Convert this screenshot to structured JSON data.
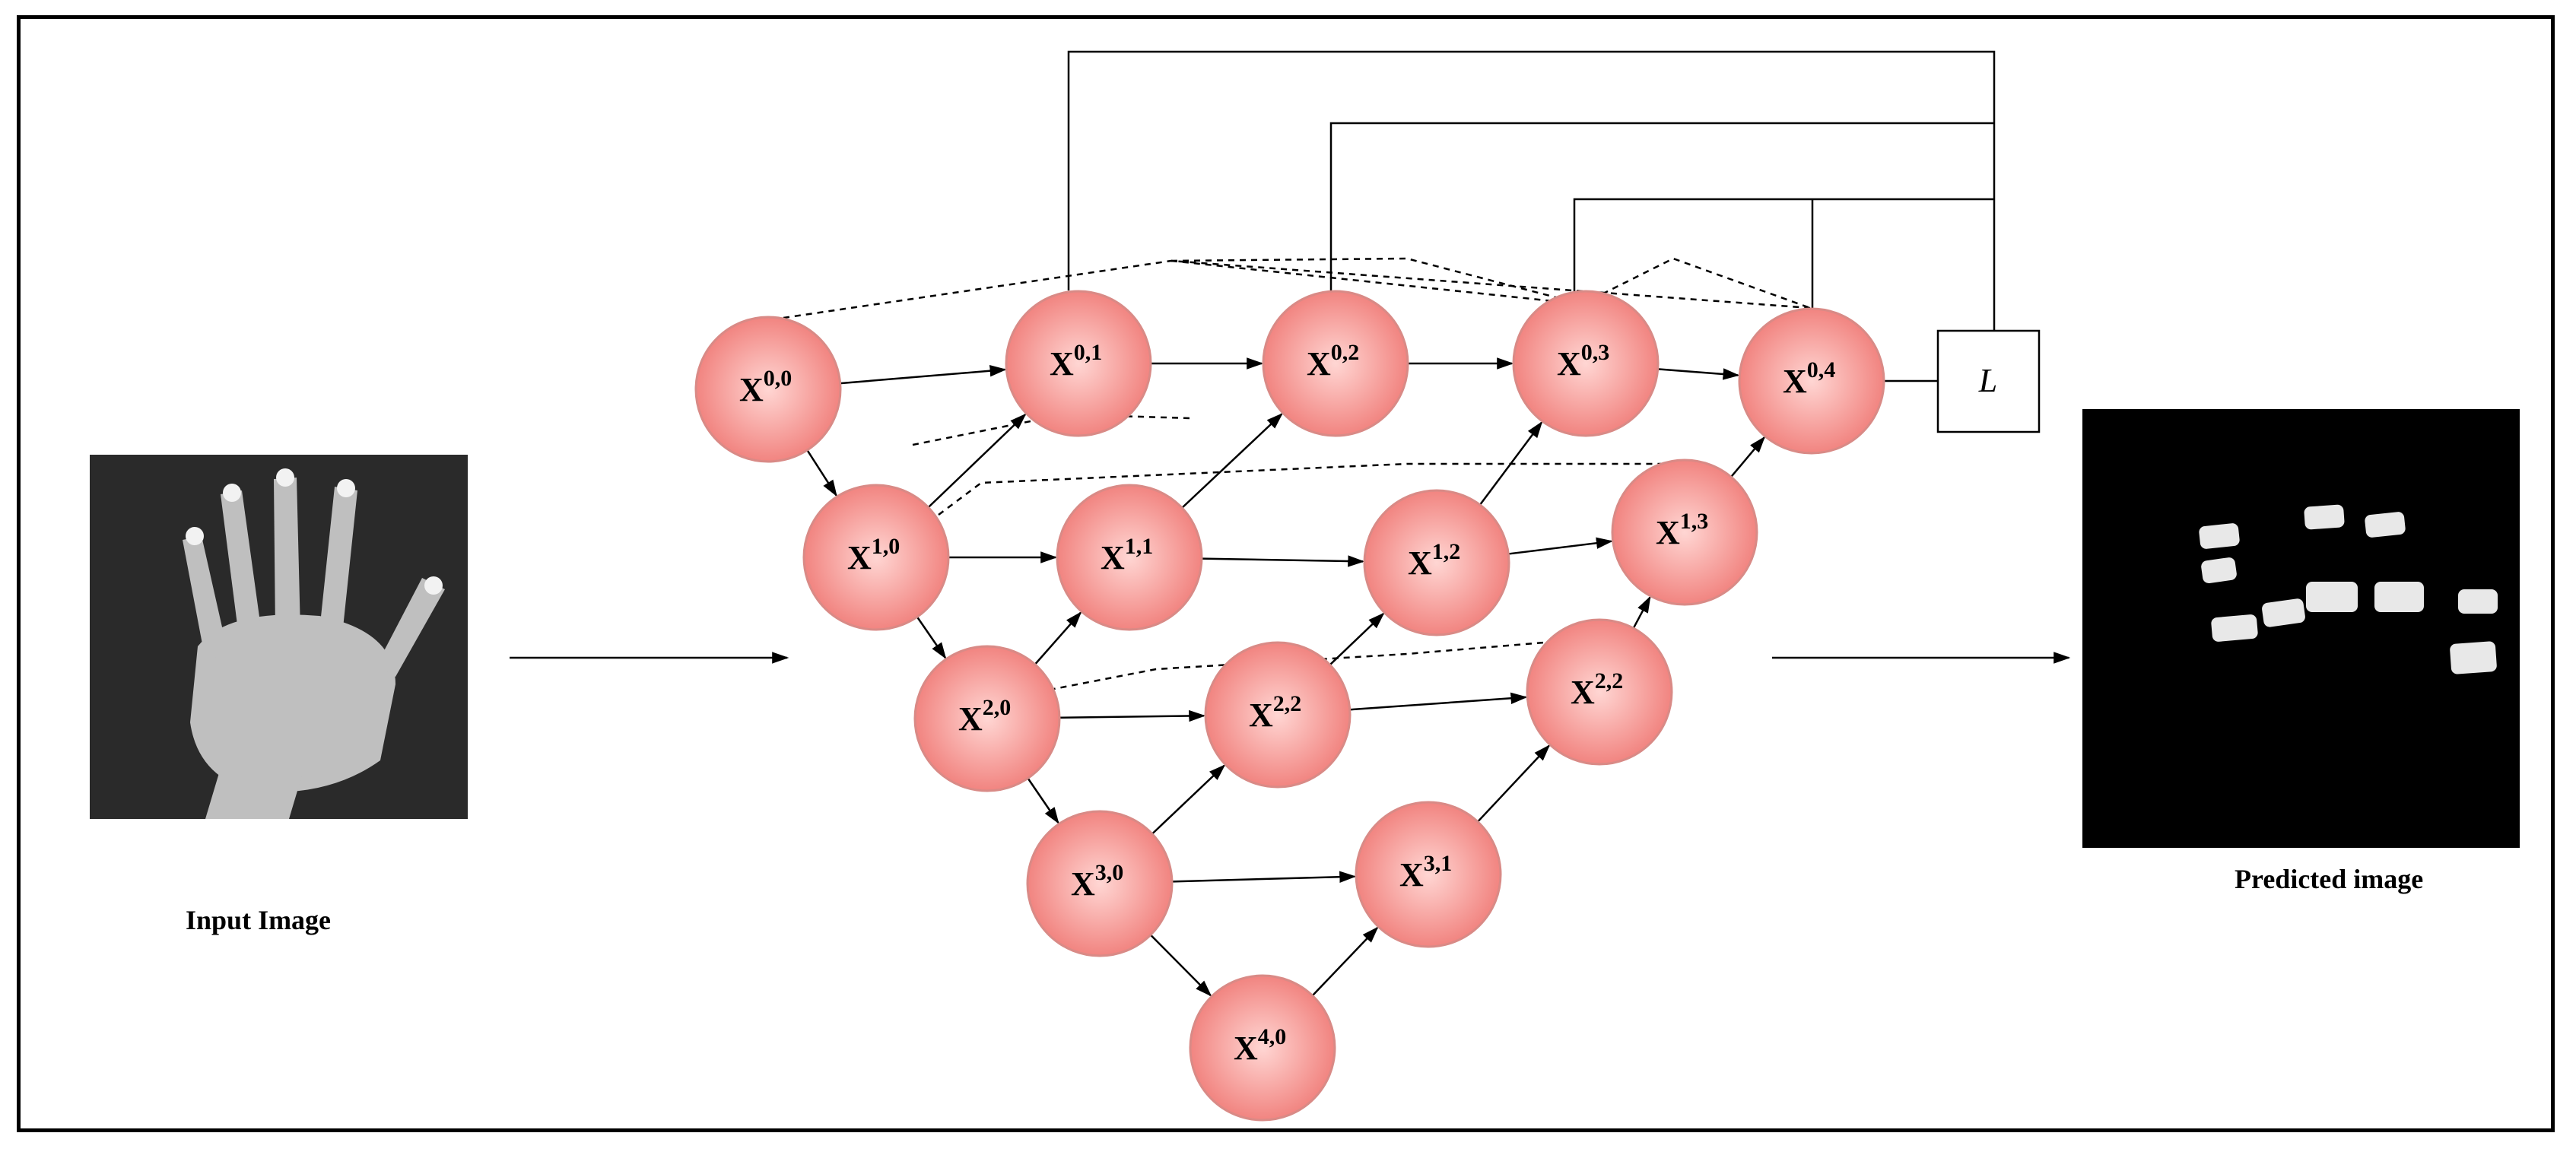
{
  "captions": {
    "input": "Input Image",
    "output": "Predicted image"
  },
  "loss_label": "L",
  "nodes": [
    {
      "id": "n00",
      "base": "X",
      "sup": "0,0"
    },
    {
      "id": "n01",
      "base": "X",
      "sup": "0,1"
    },
    {
      "id": "n02",
      "base": "X",
      "sup": "0,2"
    },
    {
      "id": "n03",
      "base": "X",
      "sup": "0,3"
    },
    {
      "id": "n04",
      "base": "X",
      "sup": "0,4"
    },
    {
      "id": "n10",
      "base": "X",
      "sup": "1,0"
    },
    {
      "id": "n11",
      "base": "X",
      "sup": "1,1"
    },
    {
      "id": "n12",
      "base": "X",
      "sup": "1,2"
    },
    {
      "id": "n13",
      "base": "X",
      "sup": "1,3"
    },
    {
      "id": "n20",
      "base": "X",
      "sup": "2,0"
    },
    {
      "id": "n21",
      "base": "X",
      "sup": "2,2"
    },
    {
      "id": "n22",
      "base": "X",
      "sup": "2,2"
    },
    {
      "id": "n30",
      "base": "X",
      "sup": "3,0"
    },
    {
      "id": "n31",
      "base": "X",
      "sup": "3,1"
    },
    {
      "id": "n40",
      "base": "X",
      "sup": "4,0"
    }
  ],
  "colors": {
    "node_fill_light": "#ffd6d3",
    "node_fill_dark": "#f07c78",
    "node_stroke": "#d98a86",
    "line": "#000000",
    "frame": "#000000"
  }
}
